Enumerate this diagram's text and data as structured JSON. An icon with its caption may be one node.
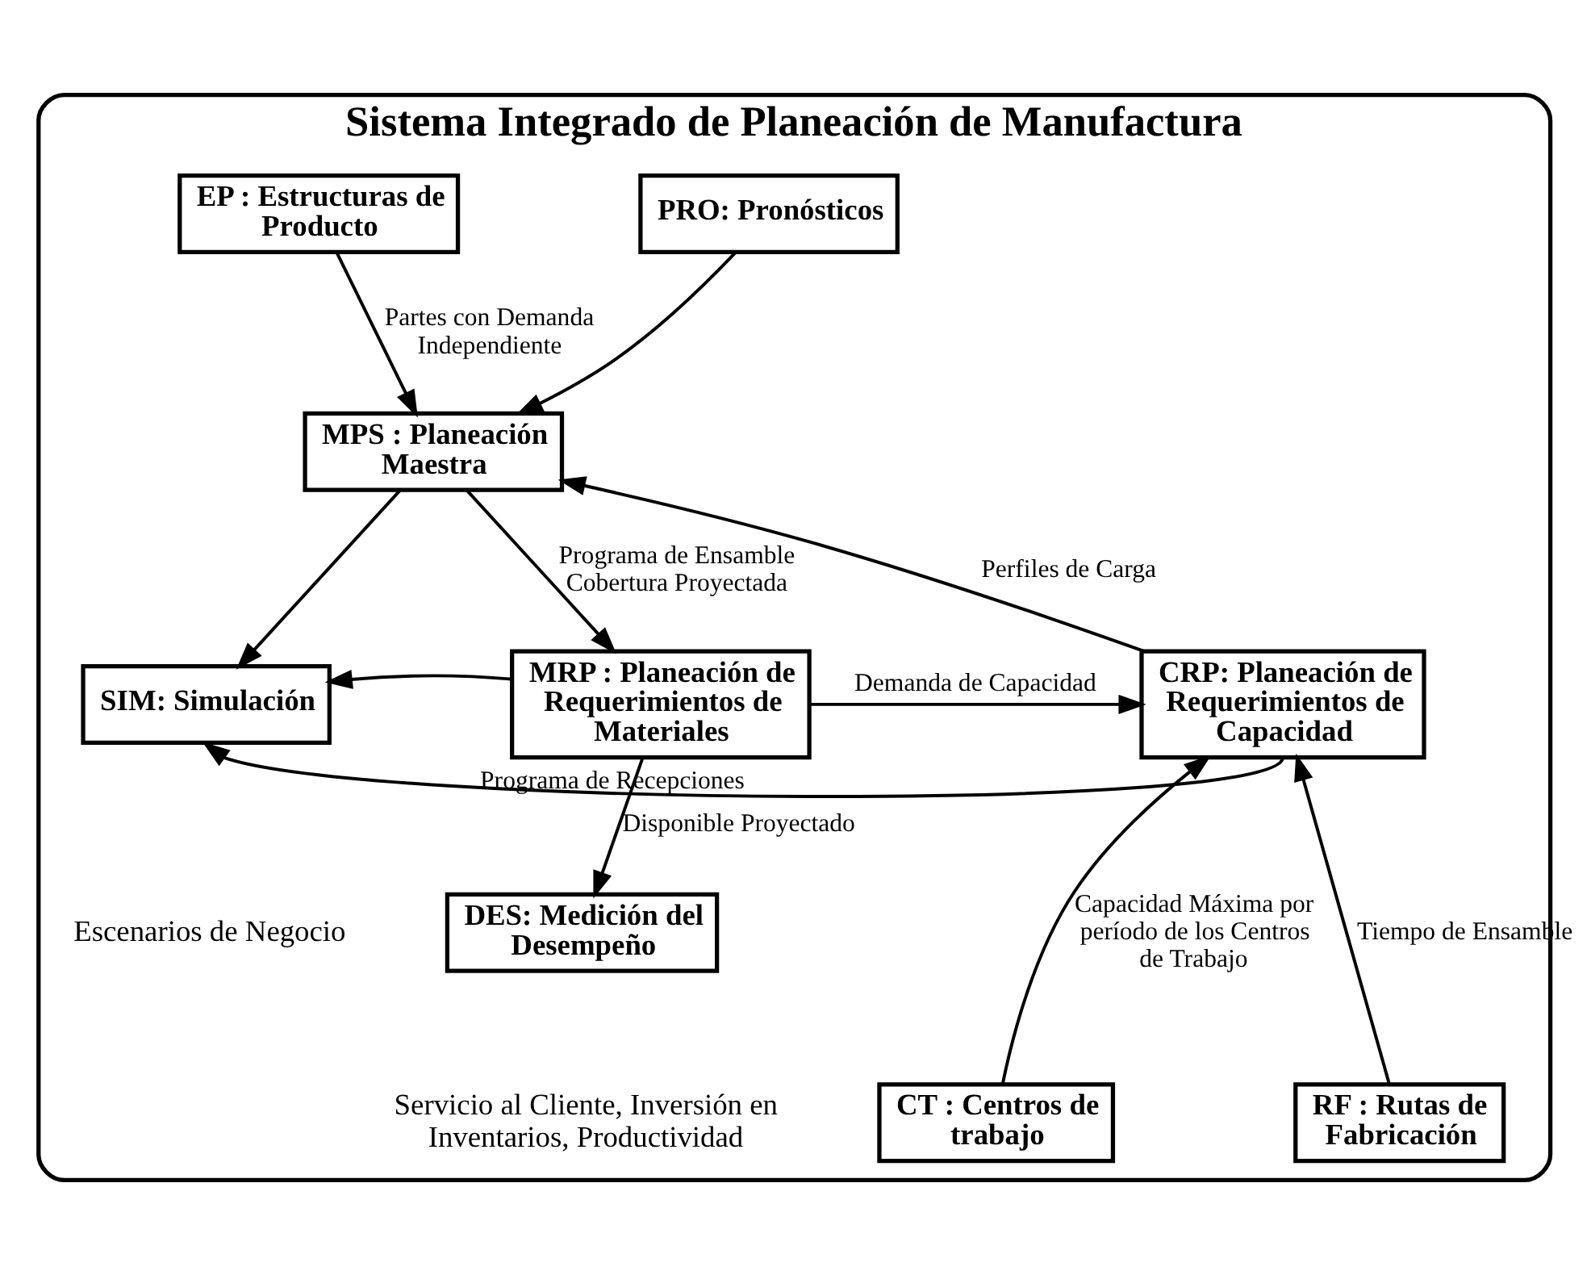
{
  "diagram": {
    "nodes": [
      {
        "text": [
          "Sistema Integrado de Planeación de Manufactura"
        ]
      },
      {
        "text": [
          "EP : Estructuras de Producto"
        ],
        "in": 0
      },
      {
        "text": [
          "PRO: Pronósticos"
        ],
        "in": 0
      },
      {
        "text": [
          "MPS : Planeación Maestra"
        ],
        "in": 0
      },
      {
        "text": [
          "SIM: Simulación"
        ],
        "in": 0
      },
      {
        "text": [
          "MRP : Planeación de Requerimientos de Materiales"
        ],
        "in": 0
      },
      {
        "text": [
          "CRP: Planeación de Requerimientos de Capacidad"
        ],
        "in": 0
      },
      {
        "text": [
          "DES: Medición del Desempeño"
        ],
        "in": 0
      },
      {
        "text": [
          "CT : Centros de trabajo"
        ],
        "in": 0
      },
      {
        "text": [
          "RF : Rutas de Fabricación"
        ],
        "in": 0
      }
    ],
    "edges": [
      {
        "from": 1,
        "to": 3,
        "arrow": "to",
        "label": "Partes con Demanda Independiente"
      },
      {
        "from": 2,
        "to": 3,
        "arrow": "to"
      },
      {
        "from": 3,
        "to": 4,
        "arrow": "to"
      },
      {
        "from": 3,
        "to": 5,
        "arrow": "to",
        "label": "Programa de Ensamble Cobertura Proyectada"
      },
      {
        "from": 5,
        "to": 4,
        "arrow": "to"
      },
      {
        "from": 5,
        "to": 6,
        "arrow": "to",
        "label": "Demanda de Capacidad"
      },
      {
        "from": 6,
        "to": 3,
        "arrow": "to",
        "label": "Perfiles de Carga"
      },
      {
        "from": 6,
        "to": 4,
        "arrow": "to",
        "label": "Programa de Recepciones"
      },
      {
        "from": 5,
        "to": 7,
        "arrow": "to",
        "label": "Disponible Proyectado"
      },
      {
        "from": 8,
        "to": 6,
        "arrow": "to",
        "label": "Capacidad Máxima por período de los Centros de Trabajo"
      },
      {
        "from": 9,
        "to": 6,
        "arrow": "to",
        "label": "Tiempo de Ensamble"
      }
    ],
    "labels": [
      "Escenarios de Negocio",
      "Servicio al Cliente, Inversión en Inventarios, Productividad"
    ]
  }
}
